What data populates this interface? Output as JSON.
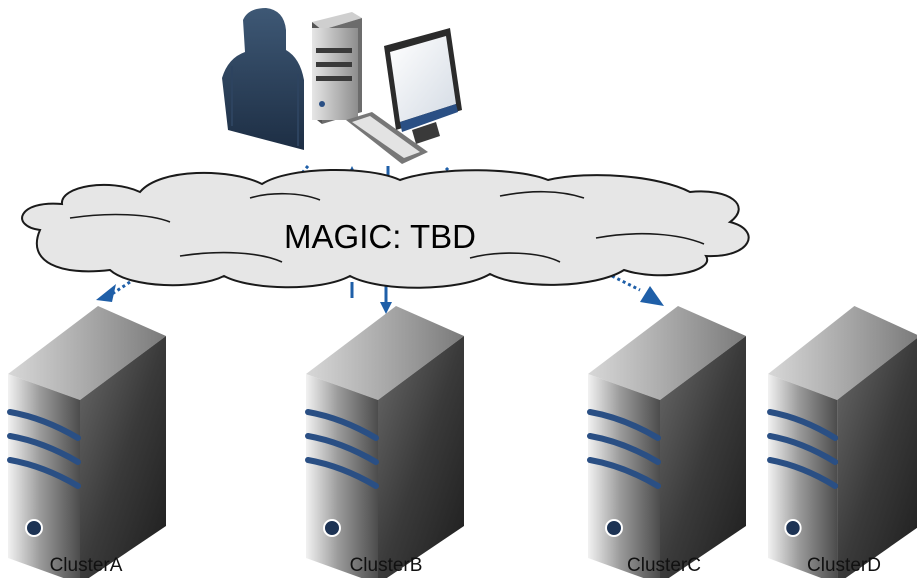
{
  "cloud": {
    "label": "MAGIC: TBD"
  },
  "clusters": [
    {
      "label": "ClusterA"
    },
    {
      "label": "ClusterB"
    },
    {
      "label": "ClusterC"
    },
    {
      "label": "ClusterD"
    }
  ],
  "icons": {
    "user": "user-icon",
    "workstation": "workstation-icon",
    "cloud": "cloud-icon",
    "server": "server-icon"
  },
  "colors": {
    "arrow": "#1f5fa8",
    "server_band": "#2a4f84",
    "cloud_fill": "#e6e6e6",
    "cloud_stroke": "#1a1a1a"
  }
}
